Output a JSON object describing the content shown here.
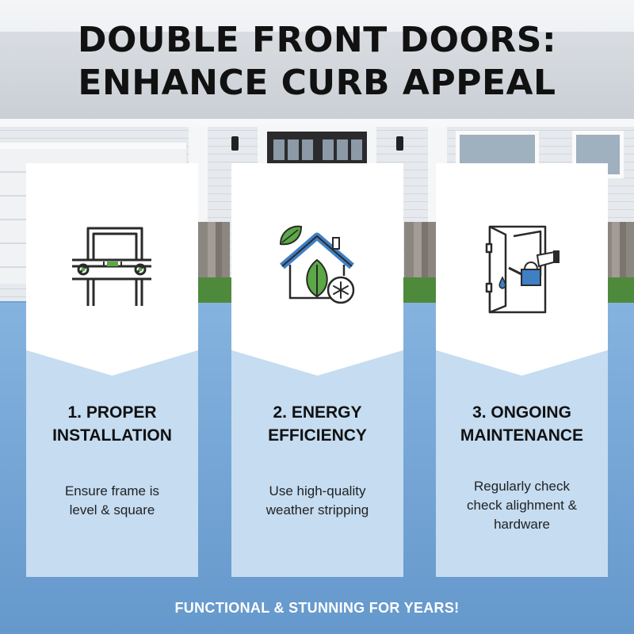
{
  "title": {
    "line1": "DOUBLE FRONT DOORS:",
    "line2": "ENHANCE CURB APPEAL"
  },
  "cards": [
    {
      "icon": "level-frame-icon",
      "heading_line1": "1. PROPER",
      "heading_line2": "INSTALLATION",
      "text_lines": [
        "Ensure frame is",
        "level & square"
      ]
    },
    {
      "icon": "energy-home-icon",
      "heading_line1": "2. ENERGY",
      "heading_line2": "EFFICIENCY",
      "text_lines": [
        "Use high-quality",
        "weather stripping"
      ]
    },
    {
      "icon": "maintenance-door-icon",
      "heading_line1": "3. ONGOING",
      "heading_line2": "MAINTENANCE",
      "text_lines": [
        "Regularly check",
        "check alighment &",
        "hardware"
      ]
    }
  ],
  "footer": "FUNCTIONAL & STUNNING FOR YEARS!",
  "colors": {
    "title_text": "#111111",
    "card_top": "#ffffff",
    "card_bottom": "#c5dcf1",
    "panel_blue": "#6fa1d4",
    "footer_text": "#ffffff",
    "icon_green": "#5aa846",
    "icon_blue": "#3f7fc4"
  }
}
